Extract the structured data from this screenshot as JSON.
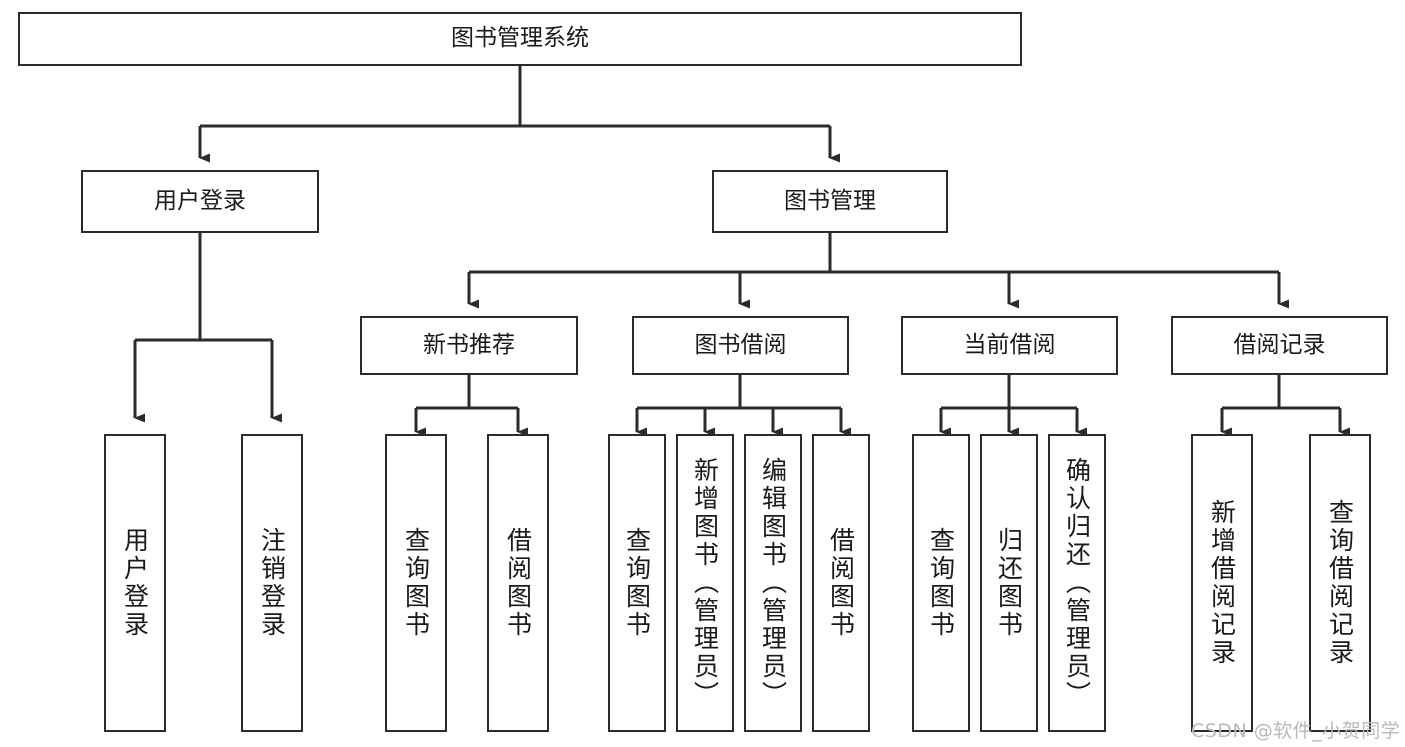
{
  "diagram": {
    "title": "图书管理系统",
    "type": "hierarchy-tree",
    "stroke_color": "#2b2b2b",
    "fill_color": "#ffffff",
    "text_color": "#1a1a1a",
    "nodes": {
      "root": {
        "label": "图书管理系统"
      },
      "level1": [
        {
          "label": "用户登录"
        },
        {
          "label": "图书管理"
        }
      ],
      "level2": [
        {
          "label": "新书推荐"
        },
        {
          "label": "图书借阅"
        },
        {
          "label": "当前借阅"
        },
        {
          "label": "借阅记录"
        }
      ],
      "leaves": {
        "user_login": [
          {
            "label": "用户登录"
          },
          {
            "label": "注销登录"
          }
        ],
        "new_book_recommend": [
          {
            "label": "查询图书"
          },
          {
            "label": "借阅图书"
          }
        ],
        "book_borrow": [
          {
            "label": "查询图书"
          },
          {
            "label": "新增图书（管理员）"
          },
          {
            "label": "编辑图书（管理员）"
          },
          {
            "label": "借阅图书"
          }
        ],
        "current_borrow": [
          {
            "label": "查询图书"
          },
          {
            "label": "归还图书"
          },
          {
            "label": "确认归还（管理员）"
          }
        ],
        "borrow_record": [
          {
            "label": "新增借阅记录"
          },
          {
            "label": "查询借阅记录"
          }
        ]
      }
    }
  },
  "watermark": {
    "text": "CSDN @软件_小贺同学"
  }
}
